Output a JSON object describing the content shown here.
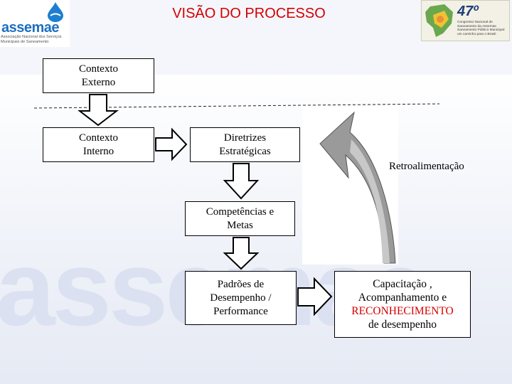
{
  "slide": {
    "title": "VISÃO DO PROCESSO",
    "watermark": "assemae"
  },
  "logos": {
    "left": {
      "name": "assemae",
      "tagline": "Associação Nacional dos Serviços Municipais de Saneamento"
    },
    "right": {
      "number": "47º",
      "lines": [
        "Congresso Nacional de",
        "Saneamento da Assemae",
        "Saneamento Público Municipal:",
        "um caminho para o Brasil"
      ]
    }
  },
  "nodes": {
    "contexto_externo": {
      "line1": "Contexto",
      "line2": "Externo"
    },
    "contexto_interno": {
      "line1": "Contexto",
      "line2": "Interno"
    },
    "diretrizes": {
      "line1": "Diretrizes",
      "line2": "Estratégicas"
    },
    "competencias": {
      "line1": "Competências e",
      "line2": "Metas"
    },
    "padroes": {
      "line1": "Padrões de",
      "line2": "Desempenho /",
      "line3": "Performance"
    },
    "capacitacao": {
      "line1": "Capacitação ,",
      "line2": "Acompanhamento e",
      "line3": "RECONHECIMENTO",
      "line4": "de desempenho"
    }
  },
  "feedback": {
    "label": "Retroalimentação"
  },
  "colors": {
    "title": "#d40000",
    "highlight": "#d40000",
    "arrow_fill": "#ffffff",
    "curved_arrow": "#8c8c8c"
  }
}
